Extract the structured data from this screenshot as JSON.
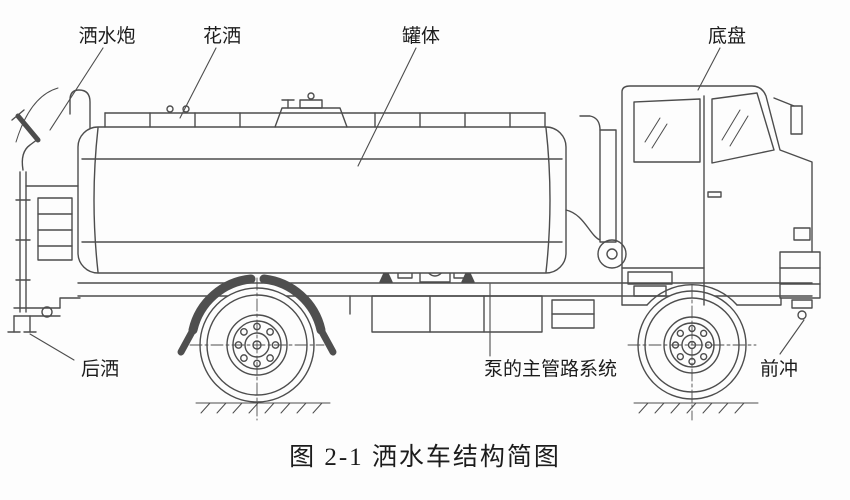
{
  "figure": {
    "caption": "图 2-1 洒水车结构简图"
  },
  "labels": {
    "water_cannon": "洒水炮",
    "shower_sprinkler": "花洒",
    "tank_body": "罐体",
    "chassis": "底盘",
    "rear_spray": "后洒",
    "pump_pipeline": "泵的主管路系统",
    "front_flush": "前冲"
  },
  "colors": {
    "line": "#4d4d4d",
    "text": "#1c1c1c",
    "background": "#fdfdfd",
    "fender_dark": "#4f4f4f"
  }
}
